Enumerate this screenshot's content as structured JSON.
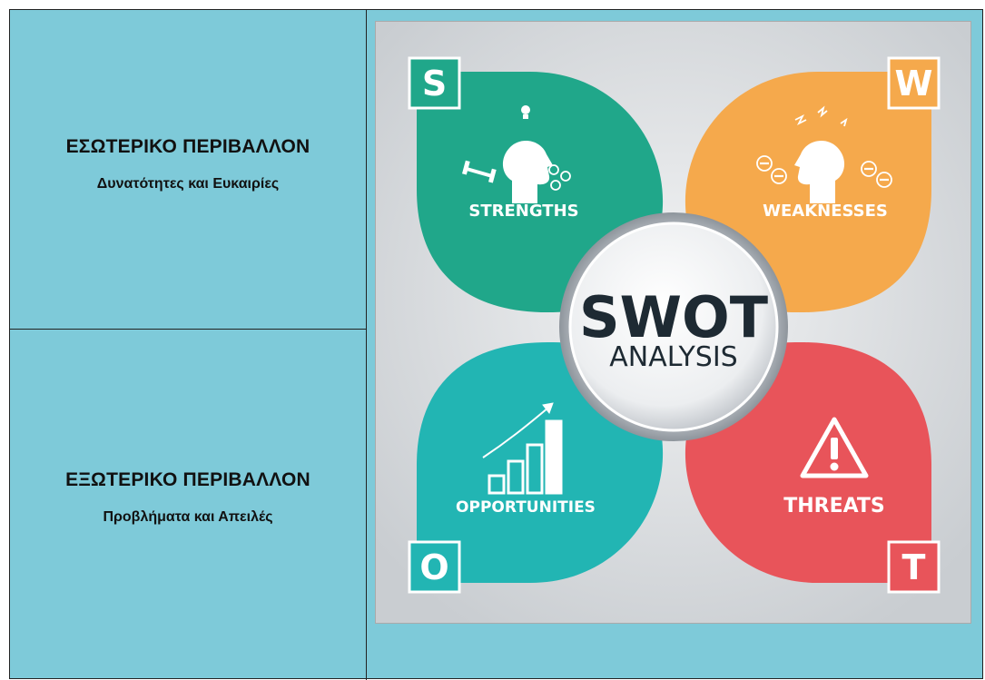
{
  "left_panel": {
    "internal": {
      "heading": "ΕΣΩΤΕΡΙΚΟ ΠΕΡΙΒΑΛΛΟΝ",
      "subheading": "Δυνατότητες και Ευκαιρίες"
    },
    "external": {
      "heading": "ΕΞΩΤΕΡΙΚΟ ΠΕΡΙΒΑΛΛΟΝ",
      "subheading": "Προβλήματα και Απειλές"
    }
  },
  "swot": {
    "center_title": "SWOT",
    "center_subtitle": "ANALYSIS",
    "quadrants": {
      "strengths": {
        "letter": "S",
        "label": "STRENGTHS",
        "color": "#20a78a",
        "icon": "head-dumbbell-icon"
      },
      "weaknesses": {
        "letter": "W",
        "label": "WEAKNESSES",
        "color": "#f5a94c",
        "icon": "head-minus-icon"
      },
      "opportunities": {
        "letter": "O",
        "label": "OPPORTUNITIES",
        "color": "#22b5b3",
        "icon": "growth-chart-icon"
      },
      "threats": {
        "letter": "T",
        "label": "THREATS",
        "color": "#e8545a",
        "icon": "warning-triangle-icon"
      }
    },
    "background_color": "#dfe2e5",
    "text_color": "#ffffff",
    "center_text_color": "#1e2a33"
  }
}
